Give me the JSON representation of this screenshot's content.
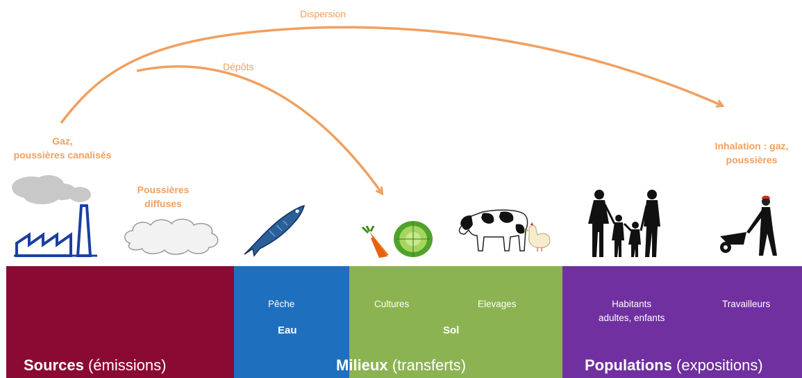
{
  "arrows": {
    "dispersion_label": "Dispersion",
    "depots_label": "Dépôts"
  },
  "labels": {
    "gaz_line1": "Gaz,",
    "gaz_line2": "poussières canalisés",
    "poussieres_line1": "Poussières",
    "poussieres_line2": "diffuses",
    "inhalation_line1": "Inhalation : gaz,",
    "inhalation_line2": "poussières"
  },
  "bands": {
    "sources": {
      "title_bold": "Sources",
      "title_rest": " (émissions)",
      "color": "#8b0a34"
    },
    "eau": {
      "sub": "Pêche",
      "name": "Eau",
      "color": "#1f6fbf"
    },
    "sol": {
      "sub1": "Cultures",
      "sub2": "Elevages",
      "name": "Sol",
      "color": "#8cb352"
    },
    "milieux": {
      "title_bold": "Milieux",
      "title_rest": " (transferts)"
    },
    "populations": {
      "sub1_line1": "Habitants",
      "sub1_line2": "adultes, enfants",
      "sub2": "Travailleurs",
      "title_bold": "Populations",
      "title_rest": " (expositions)",
      "color": "#7030a0"
    }
  },
  "icons": [
    "smoke-cloud-icon",
    "factory-icon",
    "dust-cloud-icon",
    "fish-icon",
    "carrot-icon",
    "cabbage-icon",
    "cow-icon",
    "chicken-icon",
    "family-icon",
    "worker-wheelbarrow-icon"
  ],
  "colors": {
    "arrow": "#f0a060"
  }
}
